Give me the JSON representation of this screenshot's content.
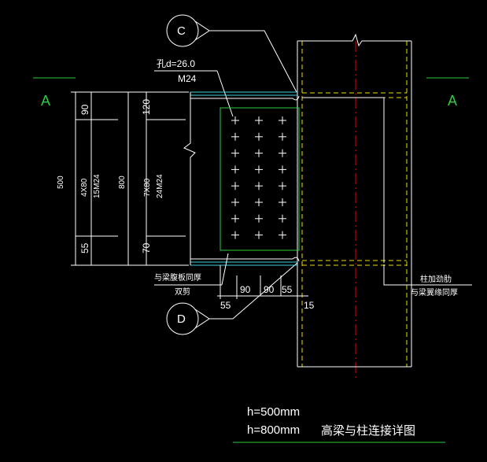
{
  "section_marks": {
    "left": "A",
    "right": "A"
  },
  "callouts": {
    "top": "C",
    "bottom": "D"
  },
  "bolt_note": {
    "hole": "孔d=26.0",
    "bolt": "M24"
  },
  "left_dims": {
    "outer_total": "500",
    "outer_top": "90",
    "outer_mid_a": "4X80",
    "outer_mid_b": "15M24",
    "outer_bottom": "55",
    "inner_total": "800",
    "inner_top": "120",
    "inner_mid_a": "7X80",
    "inner_mid_b": "24M24",
    "inner_bottom": "70"
  },
  "bottom_dims": {
    "d1": "90",
    "d2": "90",
    "d3": "55",
    "d4": "55",
    "d5": "15"
  },
  "plate_note": {
    "line1": "与梁腹板同厚",
    "line2": "双剪"
  },
  "stiffener_note": {
    "line1": "柱加劲肋",
    "line2": "与梁翼缘同厚"
  },
  "footer": {
    "h1": "h=500mm",
    "h2": "h=800mm",
    "title": "高梁与柱连接详图"
  },
  "bolt_grid": {
    "rows": 8,
    "cols": 3
  },
  "colors": {
    "background": "#000000",
    "line": "#ffffff",
    "cyan": "#3fd0e0",
    "green": "#2ecc40",
    "yellow": "#e8e000",
    "red": "#e00000"
  }
}
